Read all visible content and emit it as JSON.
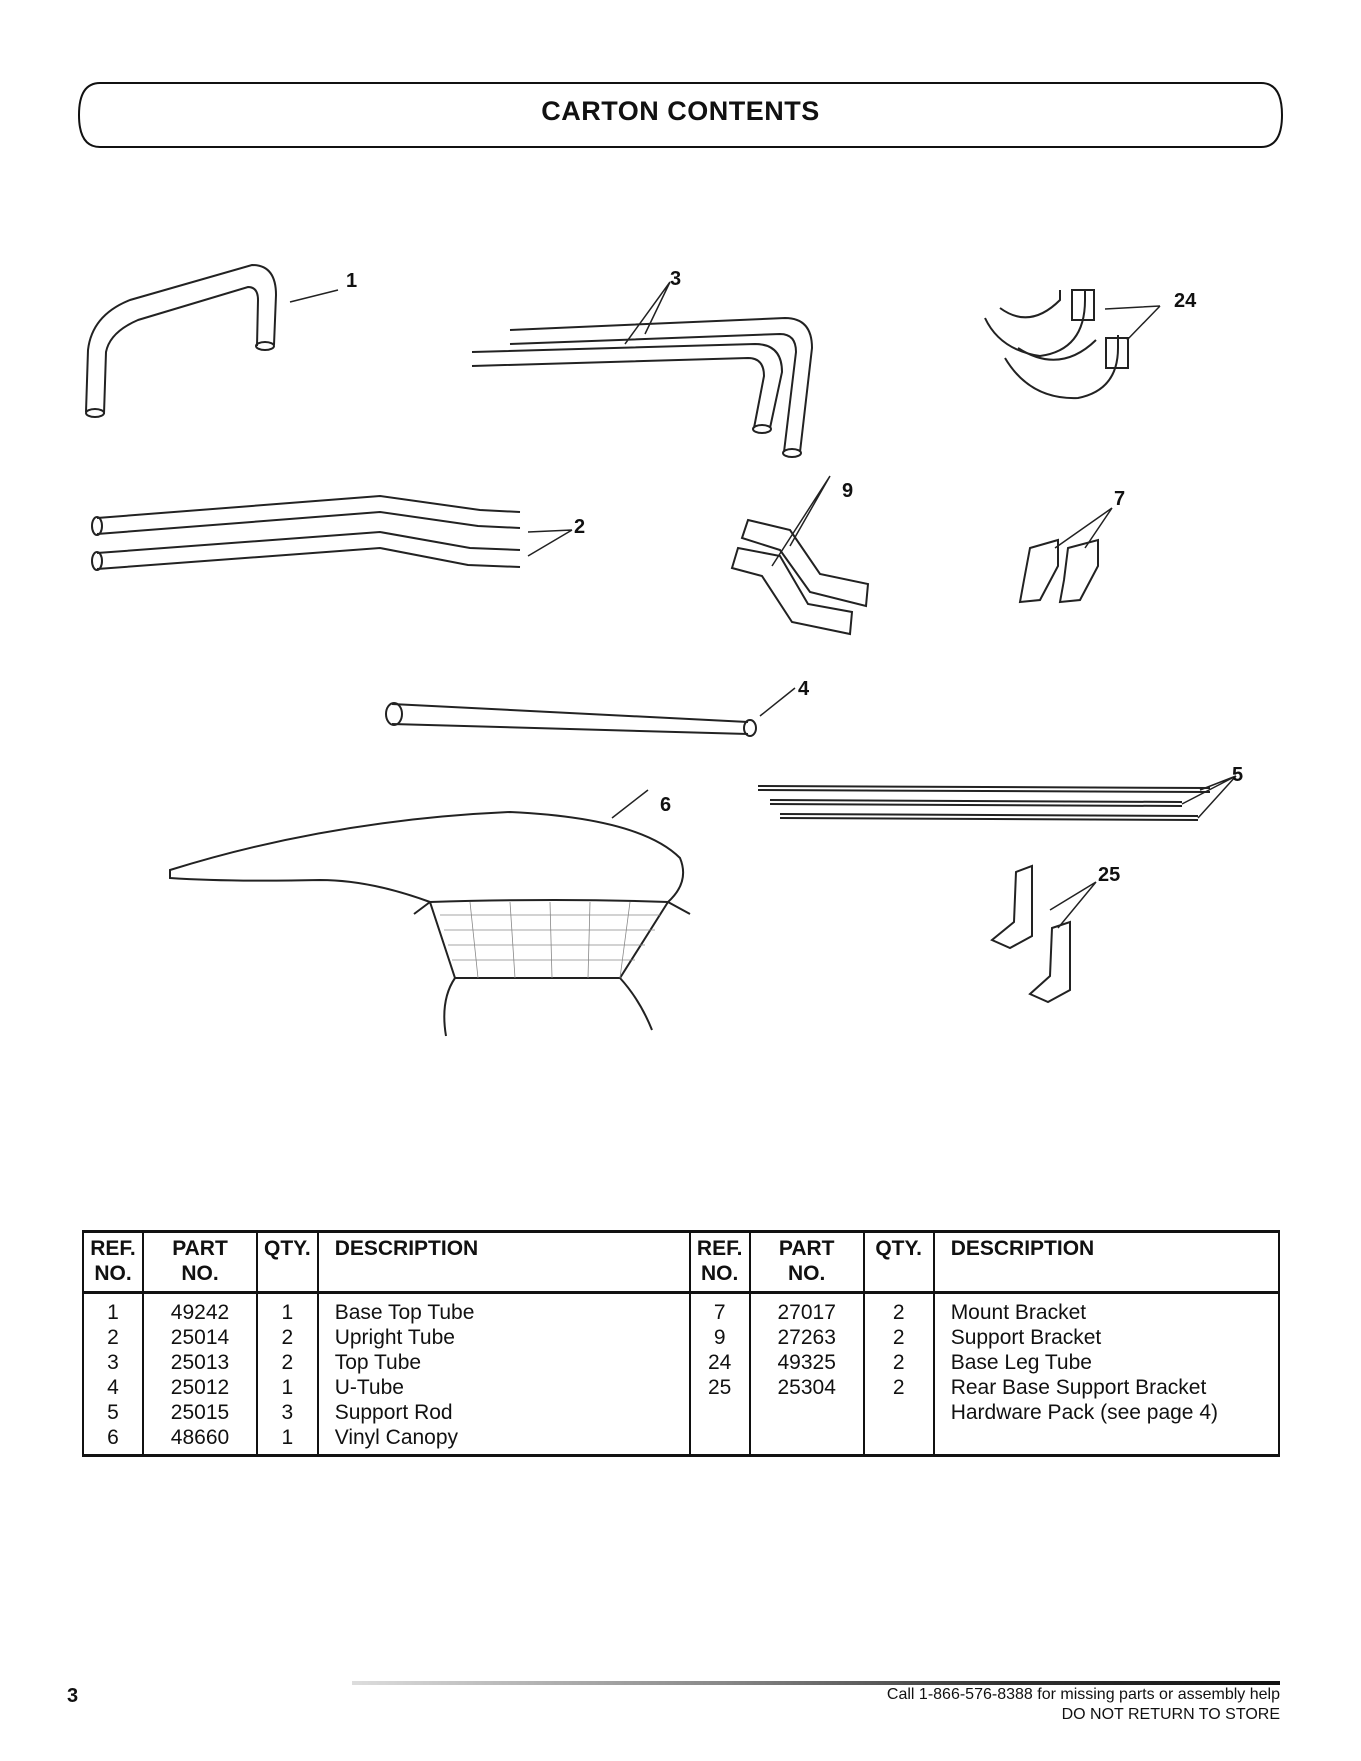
{
  "title": "CARTON CONTENTS",
  "callouts": {
    "c1": "1",
    "c2": "2",
    "c3": "3",
    "c4": "4",
    "c5": "5",
    "c6": "6",
    "c7": "7",
    "c9": "9",
    "c24": "24",
    "c25": "25"
  },
  "table": {
    "headers": {
      "ref_left": [
        "REF.",
        "NO."
      ],
      "part_left": [
        "PART",
        "NO."
      ],
      "qty_left": "QTY.",
      "desc_left": "DESCRIPTION",
      "ref_right": [
        "REF.",
        "NO."
      ],
      "part_right": [
        "PART",
        "NO."
      ],
      "qty_right": "QTY.",
      "desc_right": "DESCRIPTION"
    },
    "rows": [
      {
        "l_ref": "1",
        "l_part": "49242",
        "l_qty": "1",
        "l_desc": "Base Top Tube",
        "r_ref": "7",
        "r_part": "27017",
        "r_qty": "2",
        "r_desc": "Mount Bracket"
      },
      {
        "l_ref": "2",
        "l_part": "25014",
        "l_qty": "2",
        "l_desc": "Upright Tube",
        "r_ref": "9",
        "r_part": "27263",
        "r_qty": "2",
        "r_desc": "Support Bracket"
      },
      {
        "l_ref": "3",
        "l_part": "25013",
        "l_qty": "2",
        "l_desc": "Top Tube",
        "r_ref": "24",
        "r_part": "49325",
        "r_qty": "2",
        "r_desc": "Base Leg Tube"
      },
      {
        "l_ref": "4",
        "l_part": "25012",
        "l_qty": "1",
        "l_desc": "U-Tube",
        "r_ref": "25",
        "r_part": "25304",
        "r_qty": "2",
        "r_desc": "Rear Base Support Bracket"
      },
      {
        "l_ref": "5",
        "l_part": "25015",
        "l_qty": "3",
        "l_desc": "Support Rod",
        "r_ref": "",
        "r_part": "",
        "r_qty": "",
        "r_desc": "Hardware Pack (see page 4)"
      },
      {
        "l_ref": "6",
        "l_part": "48660",
        "l_qty": "1",
        "l_desc": "Vinyl Canopy",
        "r_ref": "",
        "r_part": "",
        "r_qty": "",
        "r_desc": ""
      }
    ]
  },
  "footer": {
    "page_number": "3",
    "call_text": "Call 1-866-576-8388 for missing parts or assembly help",
    "store_text": "DO NOT RETURN TO STORE"
  }
}
